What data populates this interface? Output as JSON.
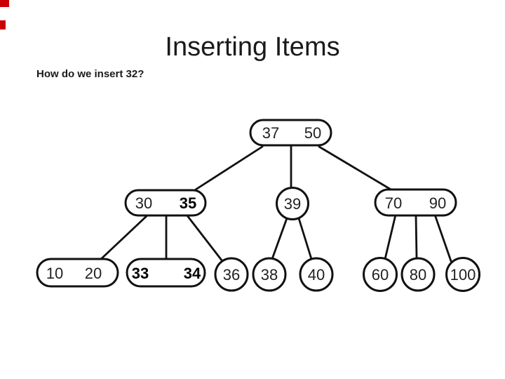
{
  "slide": {
    "title": "Inserting Items",
    "question": "How do we insert 32?"
  },
  "decor": {
    "accent_red": "#cc0000",
    "line_color": "#111111",
    "background": "#ffffff"
  },
  "tree": {
    "description": "2-3 search tree",
    "bold_keys": [
      "35",
      "33",
      "34"
    ],
    "nodes": {
      "root": {
        "keys": [
          "37",
          "50"
        ]
      },
      "n30_35": {
        "keys": [
          "30",
          "35"
        ]
      },
      "n39": {
        "keys": [
          "39"
        ]
      },
      "n70_90": {
        "keys": [
          "70",
          "90"
        ]
      },
      "n10_20": {
        "keys": [
          "10",
          "20"
        ]
      },
      "n33_34": {
        "keys": [
          "33",
          "34"
        ]
      },
      "n36": {
        "keys": [
          "36"
        ]
      },
      "n38": {
        "keys": [
          "38"
        ]
      },
      "n40": {
        "keys": [
          "40"
        ]
      },
      "n60": {
        "keys": [
          "60"
        ]
      },
      "n80": {
        "keys": [
          "80"
        ]
      },
      "n100": {
        "keys": [
          "100"
        ]
      }
    }
  }
}
